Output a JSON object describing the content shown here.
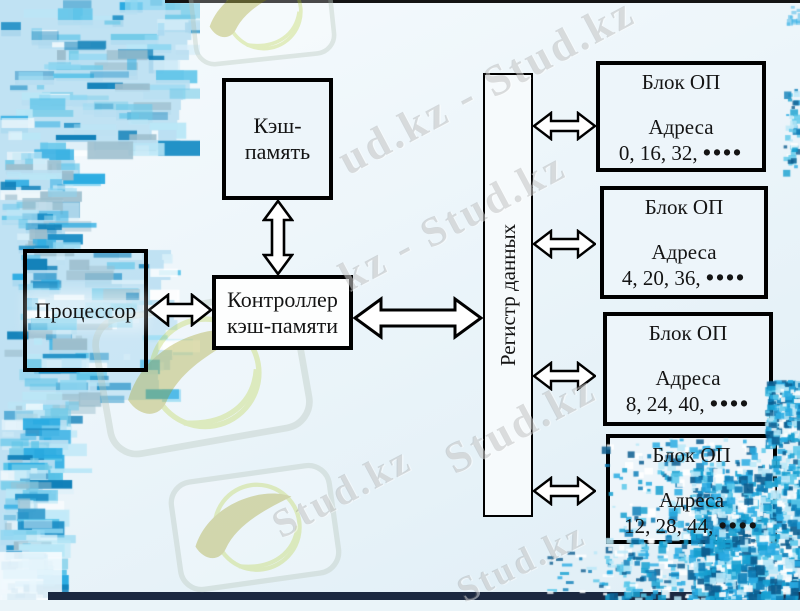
{
  "diagram": {
    "processor": {
      "label": "Процессор"
    },
    "cache": {
      "line1": "Кэш-",
      "line2": "память"
    },
    "controller": {
      "line1": "Контроллер",
      "line2": "кэш-памяти"
    },
    "register": {
      "label": "Регистр данных"
    },
    "memory_blocks": [
      {
        "title": "Блок ОП",
        "address_label": "Адреса",
        "addresses": "0, 16, 32,",
        "dots": "••••"
      },
      {
        "title": "Блок ОП",
        "address_label": "Адреса",
        "addresses": "4, 20, 36,",
        "dots": "••••"
      },
      {
        "title": "Блок ОП",
        "address_label": "Адреса",
        "addresses": "8, 24, 40,",
        "dots": "••••"
      },
      {
        "title": "Блок ОП",
        "address_label": "Адреса",
        "addresses": "12, 28, 44,",
        "dots": "••••"
      }
    ]
  },
  "watermarks": [
    {
      "text": "ud.kz - Stud.kz"
    },
    {
      "text": "kz - Stud.kz"
    },
    {
      "text": "Stud.kz"
    },
    {
      "text": "Stud.kz"
    },
    {
      "text": "Stud.kz"
    }
  ],
  "colors": {
    "mosaic_blue": "#29abe2",
    "mosaic_dark": "#0f7fb8",
    "box_border": "#000000",
    "bottom_bar": "#1b2840",
    "watermark_gray": "#767676",
    "logo_ring_green": "#cddd75",
    "logo_feather_olive": "#b5b451"
  }
}
